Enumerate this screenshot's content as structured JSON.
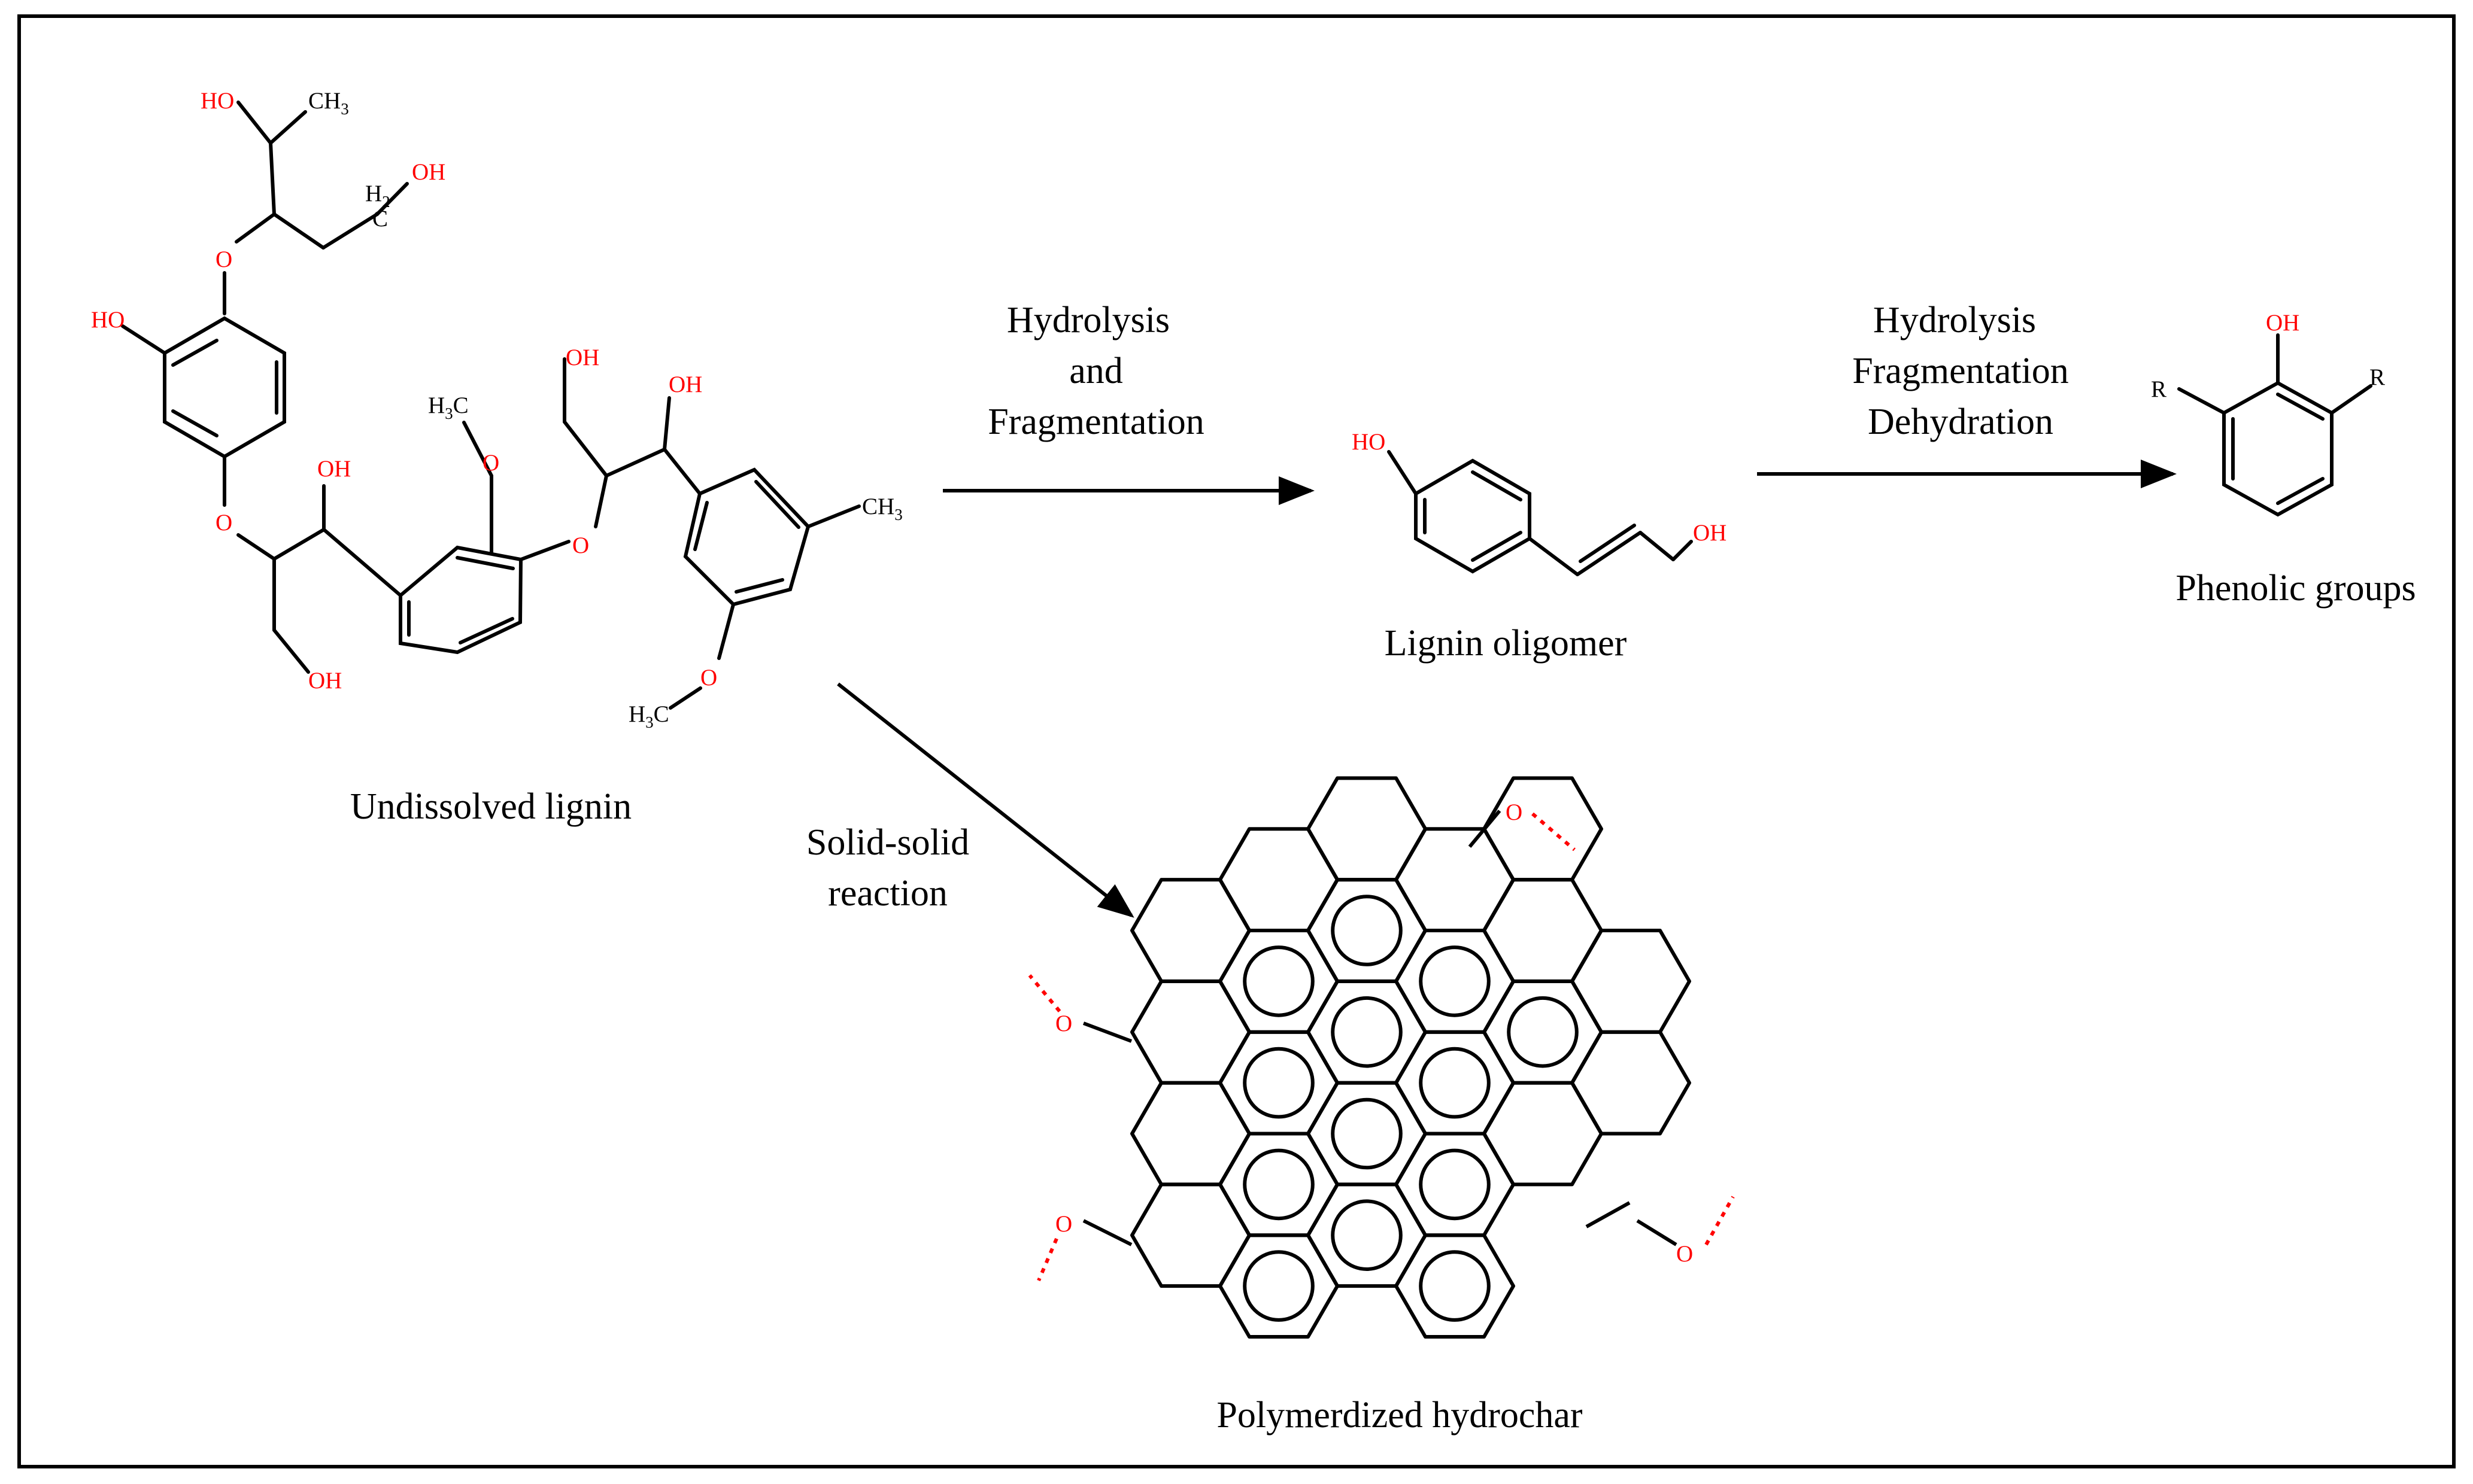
{
  "labels": {
    "undissolved_lignin": "Undissolved lignin",
    "lignin_oligomer": "Lignin oligomer",
    "phenolic_groups": "Phenolic groups",
    "polymerized_hydrochar": "Polymerdized hydrochar"
  },
  "arrow_1": {
    "line1": "Hydrolysis",
    "line2": "and",
    "line3": "Fragmentation"
  },
  "arrow_2": {
    "line1": "Hydrolysis",
    "line2": "Fragmentation",
    "line3": "Dehydration"
  },
  "arrow_3": {
    "line1": "Solid-solid",
    "line2": "reaction"
  },
  "atoms": {
    "ho": "HO",
    "oh": "OH",
    "o": "O",
    "ch3": "CH",
    "h3c": "H",
    "h2": "H",
    "c": "C",
    "r": "R",
    "sub3": "3",
    "sub2": "2"
  },
  "colors": {
    "heteroatom": "#ff0000",
    "bond": "#000000"
  }
}
